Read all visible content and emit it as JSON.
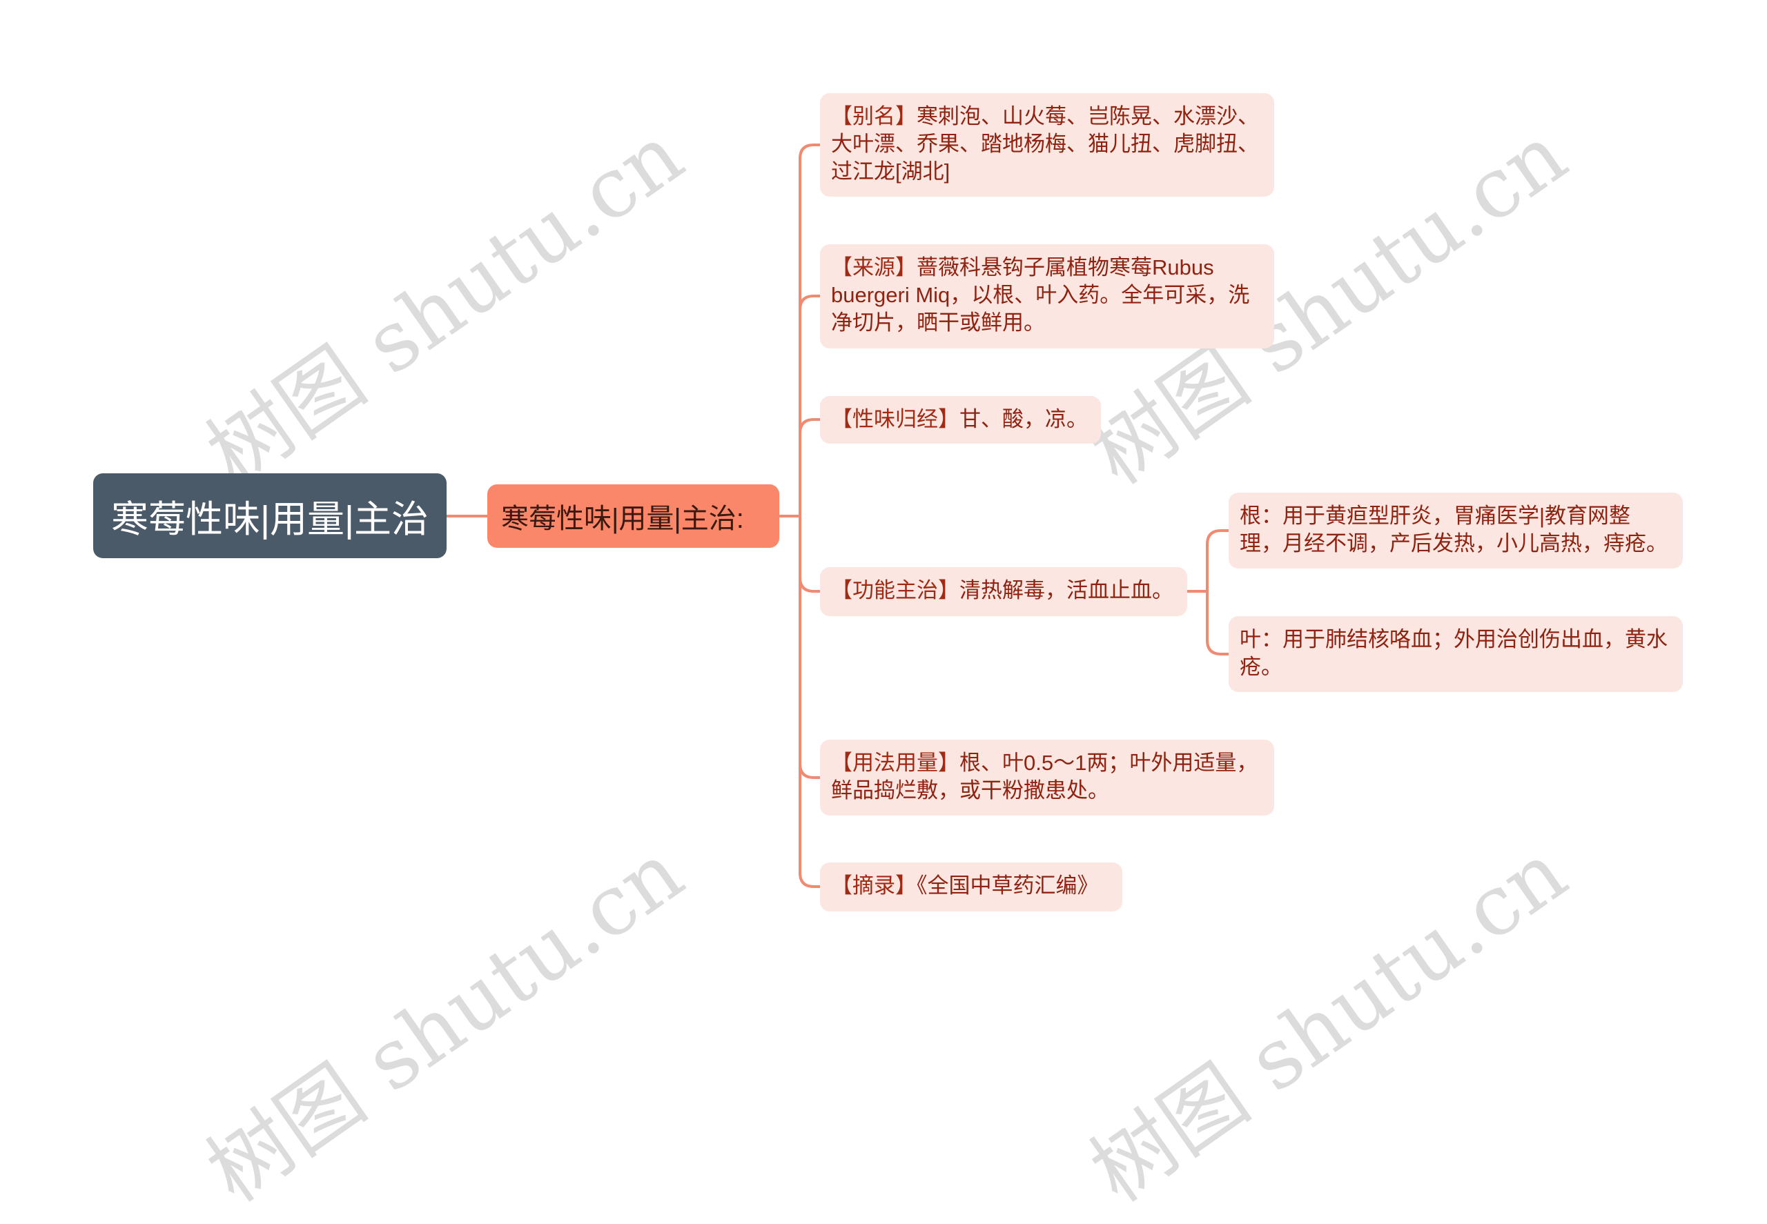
{
  "watermark": "树图 shutu.cn",
  "colors": {
    "root_bg": "#4b5a69",
    "main_bg": "#fb876a",
    "leaf_bg": "#fce6e1",
    "leaf_text": "#8f2311",
    "connector": "#f08a70"
  },
  "root": {
    "label": "寒莓性味|用量|主治"
  },
  "main": {
    "label": "寒莓性味|用量|主治:"
  },
  "leaves": [
    {
      "tag": "【别名】",
      "text": "寒刺泡、山火莓、岂陈晃、水漂沙、大叶漂、乔果、踏地杨梅、猫儿扭、虎脚扭、过江龙[湖北]"
    },
    {
      "tag": "【来源】",
      "text": "蔷薇科悬钩子属植物寒莓Rubus buergeri Miq，以根、叶入药。全年可采，洗净切片，晒干或鲜用。"
    },
    {
      "tag": "【性味归经】",
      "text": "甘、酸，凉。"
    },
    {
      "tag": "【功能主治】",
      "text": "清热解毒，活血止血。",
      "children": [
        {
          "text": "根：用于黄疸型肝炎，胃痛医学|教育网整理，月经不调，产后发热，小儿高热，痔疮。"
        },
        {
          "text": "叶：用于肺结核咯血；外用治创伤出血，黄水疮。"
        }
      ]
    },
    {
      "tag": "【用法用量】",
      "text": "根、叶0.5～1两；叶外用适量，鲜品捣烂敷，或干粉撒患处。"
    },
    {
      "tag": "【摘录】",
      "text": "《全国中草药汇编》"
    }
  ]
}
